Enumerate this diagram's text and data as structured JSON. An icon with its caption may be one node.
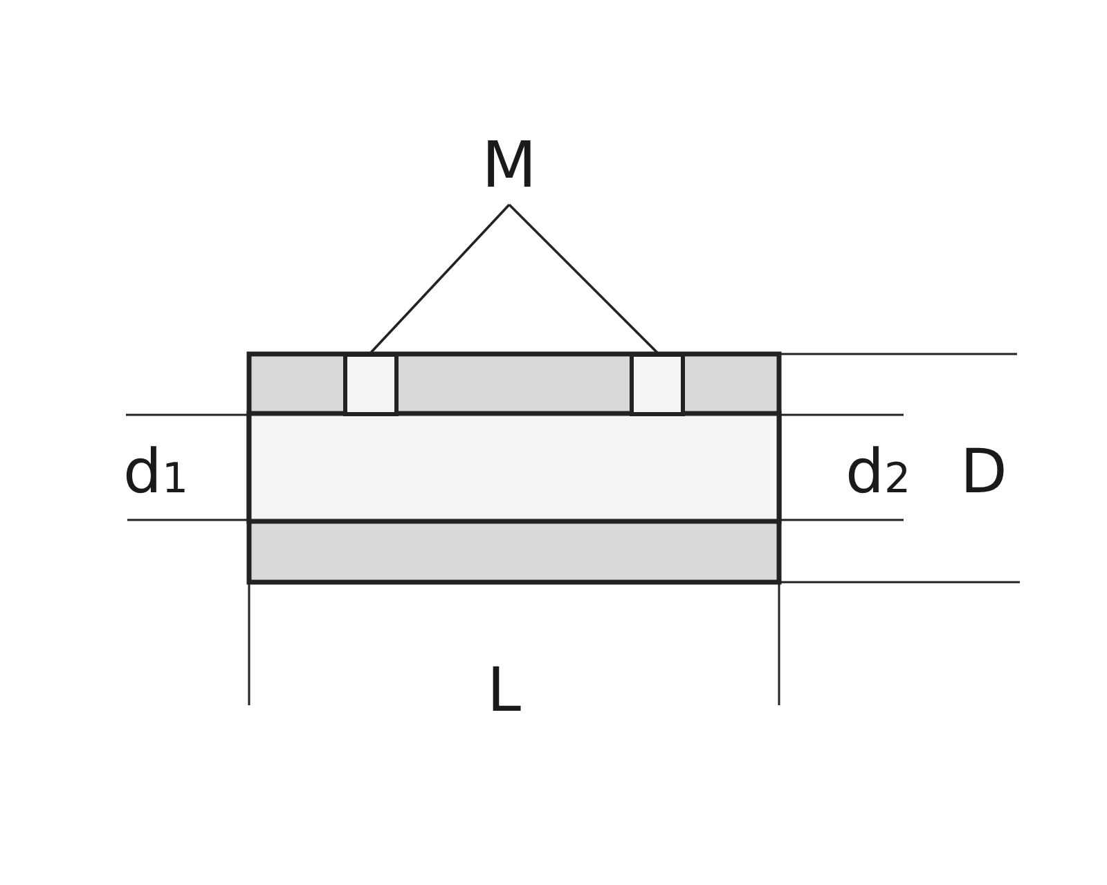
{
  "diagram": {
    "nodes": [
      {
        "text": [
          "M"
        ]
      },
      {
        "text": [],
        "shape": "box"
      },
      {
        "text": [],
        "shape": "box"
      }
    ],
    "edges": [
      {
        "from": 0,
        "to": 1,
        "arrow": "none"
      },
      {
        "from": 0,
        "to": 2,
        "arrow": "none"
      }
    ],
    "labels": [
      "d$_{1}$",
      "d$_{2}$",
      "D",
      "L"
    ]
  }
}
